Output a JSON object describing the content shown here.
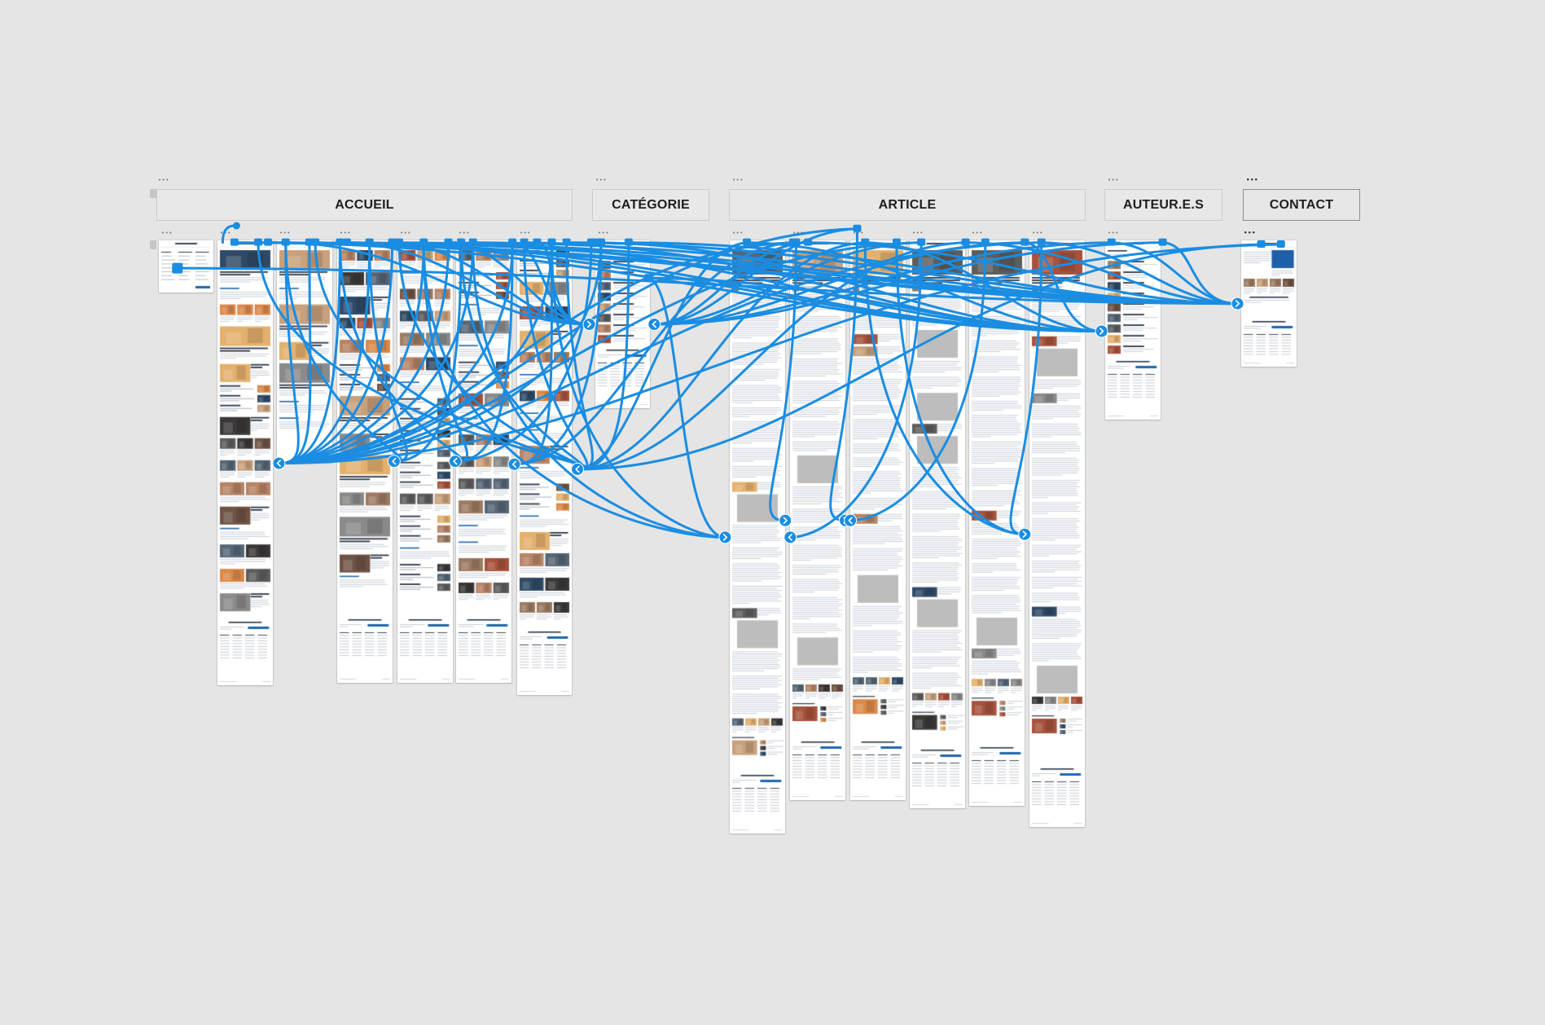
{
  "canvas": {
    "background": "#e5e5e5"
  },
  "colors": {
    "wire": "#1a8de2",
    "header_border": "#cacaca",
    "selected_border": "#8d8d8d",
    "accent_blue": "#1f66ad"
  },
  "ui": {
    "more_glyph": "•••"
  },
  "icons": {
    "more": "more-horizontal-icon",
    "wire_start": "connection-handle-icon",
    "wire_end_right": "chevron-right-icon",
    "wire_end_left": "chevron-left-icon"
  },
  "sections": [
    {
      "label": "ACCUEIL"
    },
    {
      "label": "CATÉGORIE"
    },
    {
      "label": "ARTICLE"
    },
    {
      "label": "AUTEUR.E.S"
    },
    {
      "label": "CONTACT",
      "selected": true
    }
  ]
}
